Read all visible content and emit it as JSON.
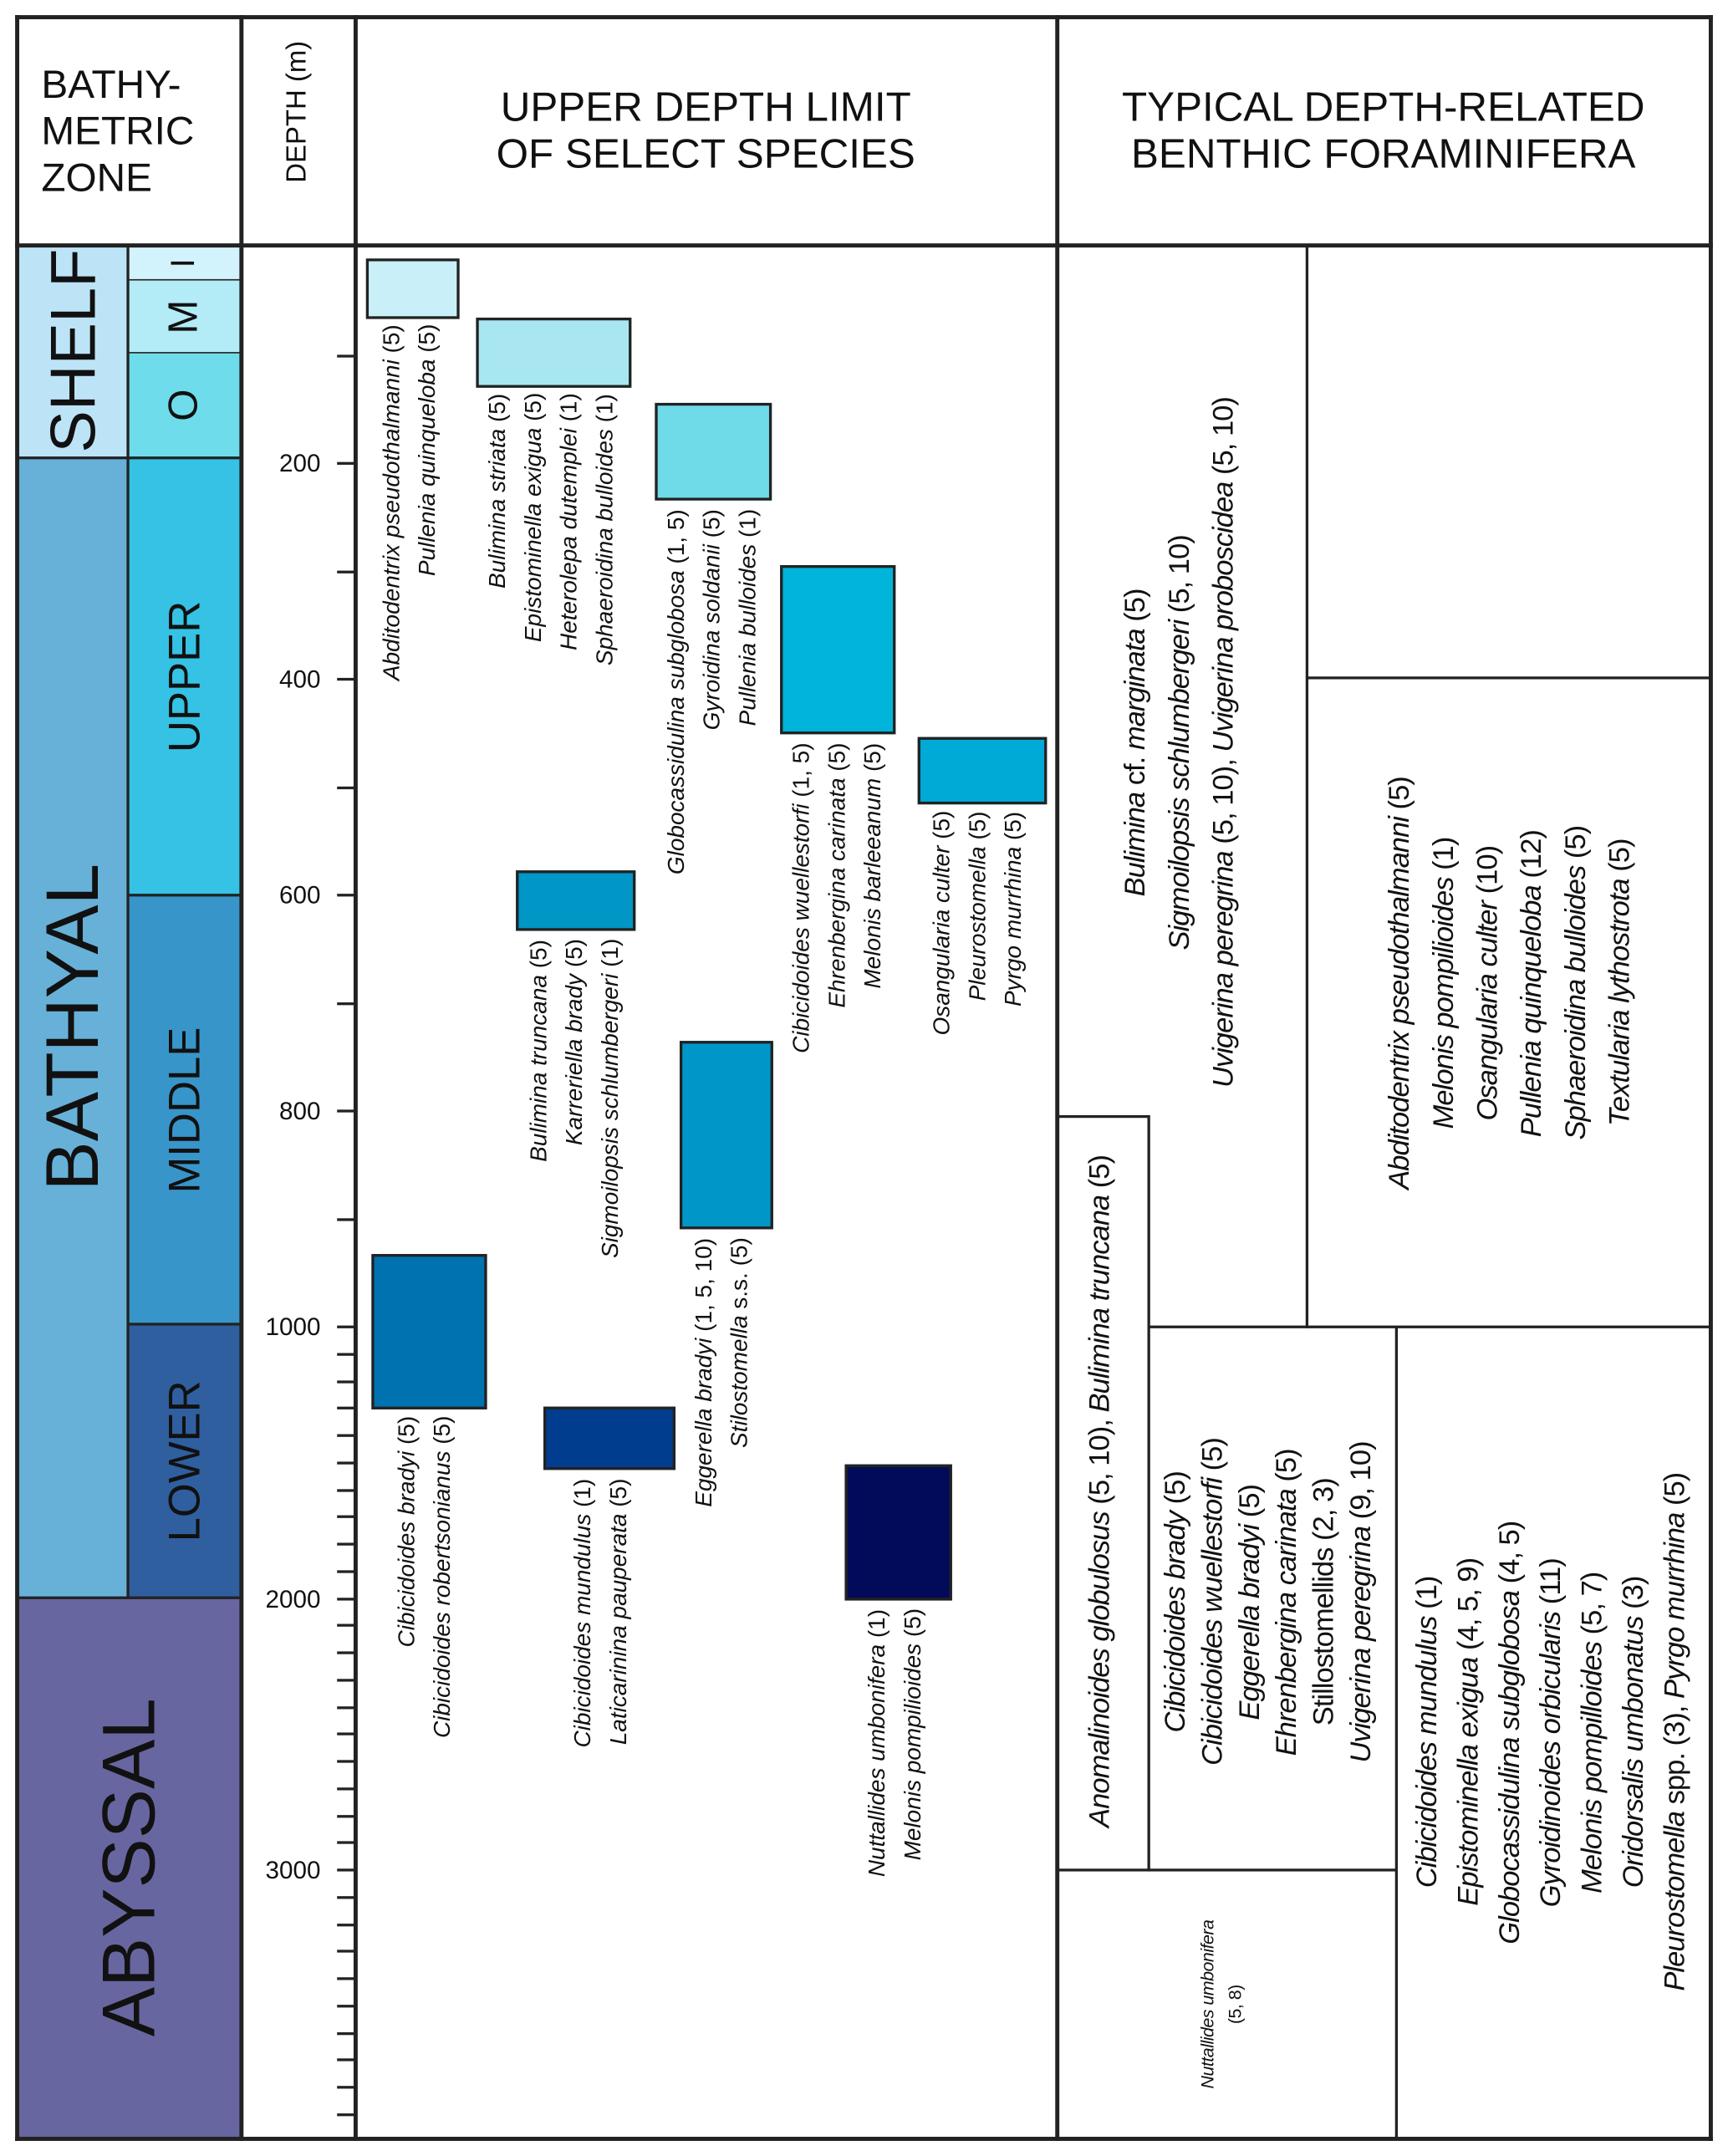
{
  "headers": {
    "zone": "BATHY-\nMETRIC\nZONE",
    "depth": "DEPTH (m)",
    "species": "UPPER DEPTH LIMIT\nOF SELECT SPECIES",
    "typical": "TYPICAL DEPTH-RELATED\nBENTHIC FORAMINIFERA"
  },
  "zones": {
    "shelf": "SHELF",
    "shelf_inner": "I",
    "shelf_middle": "M",
    "shelf_outer": "O",
    "bathyal": "BATHYAL",
    "upper": "UPPER",
    "middle": "MIDDLE",
    "lower": "LOWER",
    "abyssal": "ABYSSAL"
  },
  "colors": {
    "shelf": "#bde3f7",
    "shelf_inner": "#d2f3fb",
    "shelf_middle": "#b3ecf6",
    "shelf_outer": "#6fdcec",
    "bathyal": "#67b1d9",
    "upper": "#35c2e4",
    "middle": "#3895c9",
    "lower": "#2f5f9f",
    "abyssal": "#6766a0"
  },
  "depth_axis": {
    "labels": [
      {
        "depth": 200,
        "text": "200"
      },
      {
        "depth": 400,
        "text": "400"
      },
      {
        "depth": 600,
        "text": "600"
      },
      {
        "depth": 800,
        "text": "800"
      },
      {
        "depth": 1000,
        "text": "1000"
      },
      {
        "depth": 2000,
        "text": "2000"
      },
      {
        "depth": 3000,
        "text": "3000"
      }
    ]
  },
  "species_groups": [
    {
      "color": "#c9f0f8",
      "lines": [
        [
          {
            "t": "Abditodentrix pseudothalmanni",
            "i": true
          },
          {
            "t": " (5)",
            "i": false
          }
        ],
        [
          {
            "t": "Pullenia quinqueloba",
            "i": true
          },
          {
            "t": " (5)",
            "i": false
          }
        ]
      ]
    },
    {
      "color": "#a8e7f2",
      "lines": [
        [
          {
            "t": "Bulimina striata",
            "i": true
          },
          {
            "t": " (5)",
            "i": false
          }
        ],
        [
          {
            "t": "Epistominella exigua",
            "i": true
          },
          {
            "t": " (5)",
            "i": false
          }
        ],
        [
          {
            "t": "Heterolepa dutemplei",
            "i": true
          },
          {
            "t": " (1)",
            "i": false
          }
        ],
        [
          {
            "t": "Sphaeroidina bulloides",
            "i": true
          },
          {
            "t": " (1)",
            "i": false
          }
        ]
      ]
    },
    {
      "color": "#6fdae8",
      "lines": [
        [
          {
            "t": "Globocassidulina subglobosa",
            "i": true
          },
          {
            "t": " (1, 5)",
            "i": false
          }
        ],
        [
          {
            "t": "Gyroidina soldanii",
            "i": true
          },
          {
            "t": " (5)",
            "i": false
          }
        ],
        [
          {
            "t": "Pullenia bulloides",
            "i": true
          },
          {
            "t": " (1)",
            "i": false
          }
        ]
      ]
    },
    {
      "color": "#00b4da",
      "lines": [
        [
          {
            "t": "Cibicidoides wuellestorfi",
            "i": true
          },
          {
            "t": " (1, 5)",
            "i": false
          }
        ],
        [
          {
            "t": "Ehrenbergina carinata",
            "i": true
          },
          {
            "t": " (5)",
            "i": false
          }
        ],
        [
          {
            "t": "Melonis barleeanum",
            "i": true
          },
          {
            "t": " (5)",
            "i": false
          }
        ]
      ]
    },
    {
      "color": "#00aad6",
      "lines": [
        [
          {
            "t": "Osangularia culter",
            "i": true
          },
          {
            "t": " (5)",
            "i": false
          }
        ],
        [
          {
            "t": "Pleurostomella",
            "i": true
          },
          {
            "t": " (5)",
            "i": false
          }
        ],
        [
          {
            "t": "Pyrgo murrhina",
            "i": true
          },
          {
            "t": " (5)",
            "i": false
          }
        ]
      ]
    },
    {
      "color": "#0096c6",
      "lines": [
        [
          {
            "t": "Bulimina truncana",
            "i": true
          },
          {
            "t": " (5)",
            "i": false
          }
        ],
        [
          {
            "t": "Karreriella brady",
            "i": true
          },
          {
            "t": " (5)",
            "i": false
          }
        ],
        [
          {
            "t": "Sigmoilopsis schlumbergeri",
            "i": true
          },
          {
            "t": " (1)",
            "i": false
          }
        ]
      ]
    },
    {
      "color": "#0097c8",
      "lines": [
        [
          {
            "t": "Eggerella bradyi",
            "i": true
          },
          {
            "t": " (1, 5, 10)",
            "i": false
          }
        ],
        [
          {
            "t": "Stilostomella",
            "i": true
          },
          {
            "t": " s.s. (5)",
            "i": false
          }
        ]
      ]
    },
    {
      "color": "#0072b0",
      "lines": [
        [
          {
            "t": "Cibicidoides bradyi",
            "i": true
          },
          {
            "t": " (5)",
            "i": false
          }
        ],
        [
          {
            "t": "Cibicidoides robertsonianus",
            "i": true
          },
          {
            "t": " (5)",
            "i": false
          }
        ]
      ]
    },
    {
      "color": "#003d8e",
      "lines": [
        [
          {
            "t": "Cibicidoides mundulus",
            "i": true
          },
          {
            "t": " (1)",
            "i": false
          }
        ],
        [
          {
            "t": "Laticarinina pauperata",
            "i": true
          },
          {
            "t": " (5)",
            "i": false
          }
        ]
      ]
    },
    {
      "color": "#020b5a",
      "lines": [
        [
          {
            "t": "Nuttallides umbonifera",
            "i": true
          },
          {
            "t": " (1)",
            "i": false
          }
        ],
        [
          {
            "t": "Melonis pompilioides",
            "i": true
          },
          {
            "t": " (5)",
            "i": false
          }
        ]
      ]
    }
  ],
  "typical_groups": [
    {
      "lines": [
        [
          {
            "t": "Bulimina",
            "i": true
          },
          {
            "t": " cf. ",
            "i": false
          },
          {
            "t": "marginata",
            "i": true
          },
          {
            "t": " (5)",
            "i": false
          }
        ],
        [
          {
            "t": "Sigmoilopsis schlumbergeri",
            "i": true
          },
          {
            "t": " (5, 10)",
            "i": false
          }
        ],
        [
          {
            "t": "Uvigerina peregrina",
            "i": true
          },
          {
            "t": " (5, 10), ",
            "i": false
          },
          {
            "t": "Uvigerina proboscidea",
            "i": true
          },
          {
            "t": " (5, 10)",
            "i": false
          }
        ]
      ]
    },
    {
      "lines": [
        [
          {
            "t": "Abditodentrix pseudothalmanni",
            "i": true
          },
          {
            "t": " (5)",
            "i": false
          }
        ],
        [
          {
            "t": "Melonis pompilioides",
            "i": true
          },
          {
            "t": " (1)",
            "i": false
          }
        ],
        [
          {
            "t": "Osangularia culter",
            "i": true
          },
          {
            "t": " (10)",
            "i": false
          }
        ],
        [
          {
            "t": "Pullenia quinqueloba",
            "i": true
          },
          {
            "t": " (12)",
            "i": false
          }
        ],
        [
          {
            "t": "Sphaeroidina bulloides",
            "i": true
          },
          {
            "t": " (5)",
            "i": false
          }
        ],
        [
          {
            "t": "Textularia lythostrota",
            "i": true
          },
          {
            "t": " (5)",
            "i": false
          }
        ]
      ]
    },
    {
      "lines": [
        [
          {
            "t": "Anomalinoides globulosus",
            "i": true
          },
          {
            "t": " (5, 10), ",
            "i": false
          },
          {
            "t": "Bulimina truncana",
            "i": true
          },
          {
            "t": " (5)",
            "i": false
          }
        ]
      ]
    },
    {
      "lines": [
        [
          {
            "t": "Cibicidoides brady",
            "i": true
          },
          {
            "t": " (5)",
            "i": false
          }
        ],
        [
          {
            "t": "Cibicidoides wuellestorfi",
            "i": true
          },
          {
            "t": " (5)",
            "i": false
          }
        ],
        [
          {
            "t": "Eggerella bradyi",
            "i": true
          },
          {
            "t": " (5)",
            "i": false
          }
        ],
        [
          {
            "t": "Ehrenbergina carinata",
            "i": true
          },
          {
            "t": " (5)",
            "i": false
          }
        ],
        [
          {
            "t": "Stillostomellids (2, 3)",
            "i": false
          }
        ],
        [
          {
            "t": "Uvigerina peregrina",
            "i": true
          },
          {
            "t": " (9, 10)",
            "i": false
          }
        ]
      ]
    },
    {
      "lines": [
        [
          {
            "t": "Nuttallides umbonifera",
            "i": true
          }
        ],
        [
          {
            "t": "(5, 8)",
            "i": false
          }
        ]
      ]
    },
    {
      "lines": [
        [
          {
            "t": "Cibicidoides mundulus",
            "i": true
          },
          {
            "t": " (1)",
            "i": false
          }
        ],
        [
          {
            "t": "Epistominella exigua",
            "i": true
          },
          {
            "t": " (4, 5, 9)",
            "i": false
          }
        ],
        [
          {
            "t": "Globocassidulina subglobosa",
            "i": true
          },
          {
            "t": " (4, 5)",
            "i": false
          }
        ],
        [
          {
            "t": "Gyroidinoides orbicularis",
            "i": true
          },
          {
            "t": " (11)",
            "i": false
          }
        ],
        [
          {
            "t": "Melonis pompilloides",
            "i": true
          },
          {
            "t": " (5, 7)",
            "i": false
          }
        ],
        [
          {
            "t": "Oridorsalis umbonatus",
            "i": true
          },
          {
            "t": " (3)",
            "i": false
          }
        ],
        [
          {
            "t": "Pleurostomella",
            "i": true
          },
          {
            "t": " spp. (3), ",
            "i": false
          },
          {
            "t": "Pyrgo murrhina",
            "i": true
          },
          {
            "t": " (5)",
            "i": false
          }
        ]
      ]
    }
  ]
}
